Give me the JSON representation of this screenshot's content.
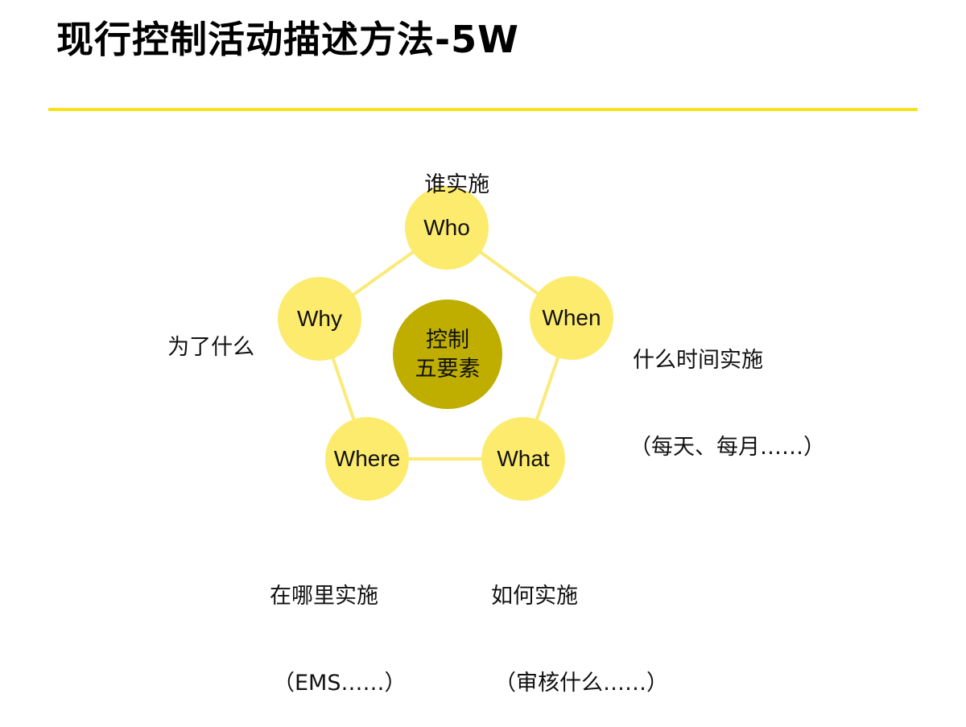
{
  "title": "现行控制活动描述方法-5W",
  "colors": {
    "accent_line": "#f7e31d",
    "node_fill": "#fdeb6e",
    "center_fill": "#bfae00",
    "connector": "#fbe978",
    "text": "#111111"
  },
  "center": {
    "line1": "控制",
    "line2": "五要素"
  },
  "nodes": [
    {
      "id": "who",
      "label": "Who",
      "desc_line1": "谁实施",
      "desc_line2": ""
    },
    {
      "id": "when",
      "label": "When",
      "desc_line1": "什么时间实施",
      "desc_line2": "（每天、每月……）"
    },
    {
      "id": "what",
      "label": "What",
      "desc_line1": "如何实施",
      "desc_line2": "（审核什么……）"
    },
    {
      "id": "where",
      "label": "Where",
      "desc_line1": "在哪里实施",
      "desc_line2": "（EMS……）"
    },
    {
      "id": "why",
      "label": "Why",
      "desc_line1": "为了什么",
      "desc_line2": ""
    }
  ]
}
